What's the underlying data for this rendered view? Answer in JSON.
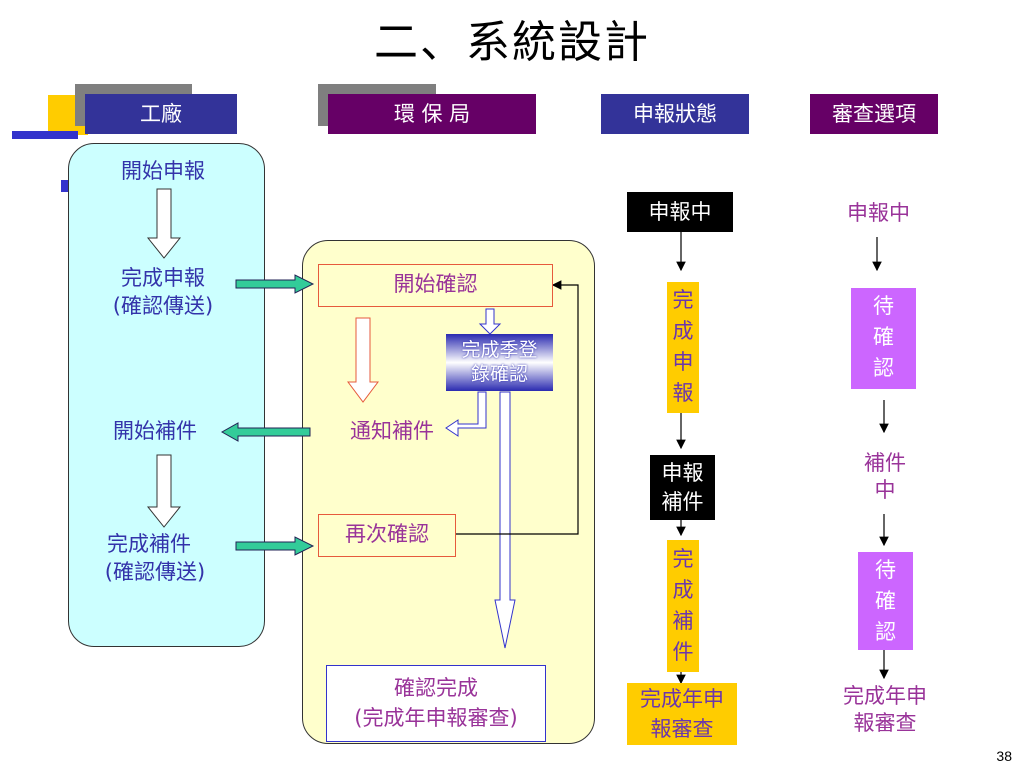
{
  "slide": {
    "title": "二、系統設計",
    "page_number": "38"
  },
  "headers": {
    "factory": "工廠",
    "epa": "環 保 局",
    "status": "申報狀態",
    "review": "審查選項"
  },
  "factory_lane": {
    "start": "開始申報",
    "complete_line1": "完成申報",
    "complete_line2": "(確認傳送)",
    "supplement_start": "開始補件",
    "supplement_done_line1": "完成補件",
    "supplement_done_line2": "(確認傳送)"
  },
  "epa_lane": {
    "start_confirm": "開始確認",
    "season_confirm_line1": "完成季登",
    "season_confirm_line2": "錄確認",
    "notify": "通知補件",
    "reconfirm": "再次確認",
    "done_line1": "確認完成",
    "done_line2": "(完成年申報審查)"
  },
  "status_column": {
    "reporting": "申報中",
    "completed": "完\n成\n申\n報",
    "supplement": "申報\n補件",
    "supplement_done": "完\n成\n補\n件",
    "annual_done": "完成年申\n報審查"
  },
  "review_column": {
    "reporting": "申報中",
    "pending1": "待\n確\n認",
    "supplement": "補件\n中",
    "pending2": "待\n確\n認",
    "annual_done": "完成年申\n報審查"
  },
  "colors": {
    "factory_header": "#333399",
    "epa_header": "#660066",
    "status_header": "#333399",
    "review_header": "#660066",
    "factory_lane": "#ccffff",
    "epa_lane": "#ffffcc",
    "green_arrow": "#33cc99",
    "status_orange": "#ffcc00",
    "review_purple": "#cc66ff"
  }
}
